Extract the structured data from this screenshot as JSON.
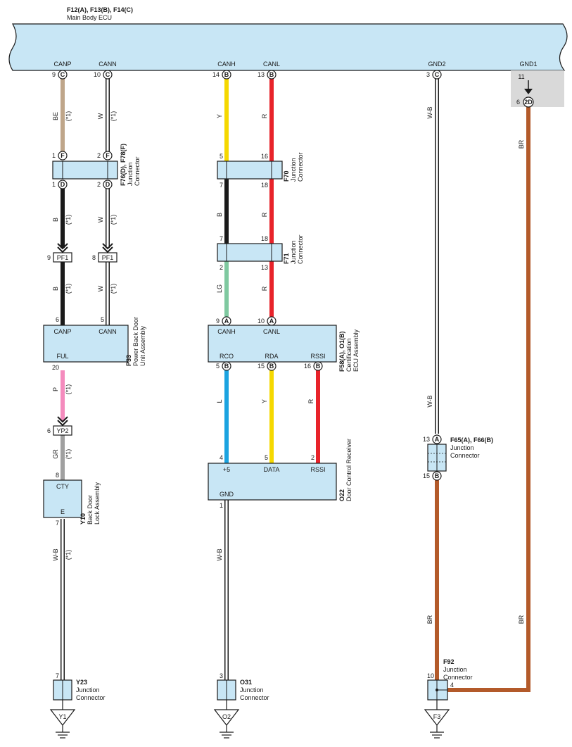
{
  "ecu": {
    "title": "F12(A), F13(B), F14(C)",
    "name": "Main Body ECU",
    "pins": {
      "canp_label": "CANP",
      "canp_num": "9",
      "canp_conn": "C",
      "cann_label": "CANN",
      "cann_num": "10",
      "cann_conn": "C",
      "canh_label": "CANH",
      "canh_num": "14",
      "canh_conn": "B",
      "canl_label": "CANL",
      "canl_num": "13",
      "canl_conn": "B",
      "gnd2_label": "GND2",
      "gnd2_num": "3",
      "gnd2_conn": "C",
      "gnd1_label": "GND1",
      "gnd1_num_top": "11",
      "gnd1_num": "6",
      "gnd1_conn": "2D"
    }
  },
  "wires": {
    "be": "BE",
    "w": "W",
    "b": "B",
    "p": "P",
    "gr": "GR",
    "wb": "W-B",
    "y": "Y",
    "r": "R",
    "lg": "LG",
    "l": "L",
    "br": "BR",
    "note": "(*1)"
  },
  "colors": {
    "component_fill": "#c8e6f5",
    "ground_box": "#d9d9d9",
    "wire_be": "#bfa68a",
    "wire_b": "#1a1a1a",
    "wire_p": "#f48bbd",
    "wire_gr": "#a0a0a0",
    "wire_y": "#f5d800",
    "wire_r": "#e8232a",
    "wire_lg": "#7fc9a0",
    "wire_l": "#1ba3e0",
    "wire_br": "#b35a2a"
  },
  "f76": {
    "title": "F76(D), F78(F)",
    "sub1": "Junction",
    "sub2": "Connector",
    "top_left_num": "1",
    "top_left_conn": "F",
    "top_right_num": "2",
    "top_right_conn": "F",
    "bot_left_num": "1",
    "bot_left_conn": "D",
    "bot_right_num": "2",
    "bot_right_conn": "D"
  },
  "pf1": {
    "left_num": "9",
    "left_label": "PF1",
    "right_num": "8",
    "right_label": "PF1"
  },
  "p33": {
    "title": "P33",
    "sub1": "Power Back Door",
    "sub2": "Unit Assembly",
    "canp": "CANP",
    "cann": "CANN",
    "ful": "FUL",
    "pin_canp": "6",
    "pin_cann": "5",
    "pin_ful": "20"
  },
  "yp2": {
    "num": "6",
    "label": "YP2"
  },
  "y10": {
    "title": "Y10",
    "sub1": "Back Door",
    "sub2": "Lock Assembly",
    "cty": "CTY",
    "e": "E",
    "pin_cty": "8",
    "pin_e": "7"
  },
  "y23": {
    "title": "Y23",
    "sub1": "Junction",
    "sub2": "Connector",
    "pin": "7",
    "ground": "Y1"
  },
  "f70": {
    "title": "F70",
    "sub1": "Junction",
    "sub2": "Connector",
    "top_left": "5",
    "top_right": "16",
    "bot_left": "7",
    "bot_right": "18"
  },
  "f71": {
    "title": "F71",
    "sub1": "Junction",
    "sub2": "Connector",
    "top_left": "7",
    "top_right": "18",
    "bot_left": "2",
    "bot_right": "13"
  },
  "f58": {
    "title": "F58(A), O1(B)",
    "sub1": "Certification",
    "sub2": "ECU Assembly",
    "canh": "CANH",
    "canl": "CANL",
    "rco": "RCO",
    "rda": "RDA",
    "rssi": "RSSI",
    "pin_canh": "9",
    "conn_canh": "A",
    "pin_canl": "10",
    "conn_canl": "A",
    "pin_rco": "5",
    "conn_rco": "B",
    "pin_rda": "15",
    "conn_rda": "B",
    "pin_rssi": "16",
    "conn_rssi": "B"
  },
  "o22": {
    "title": "O22",
    "sub1": "Door Control Receiver",
    "p5": "+5",
    "data": "DATA",
    "rssi": "RSSI",
    "gnd": "GND",
    "pin_p5": "4",
    "pin_data": "5",
    "pin_rssi": "2",
    "pin_gnd": "1"
  },
  "o31": {
    "title": "O31",
    "sub1": "Junction",
    "sub2": "Connector",
    "pin": "3",
    "ground": "O2"
  },
  "f65": {
    "title": "F65(A), F66(B)",
    "sub1": "Junction",
    "sub2": "Connector",
    "top_num": "13",
    "top_conn": "A",
    "bot_num": "15",
    "bot_conn": "B"
  },
  "f92": {
    "title": "F92",
    "sub1": "Junction",
    "sub2": "Connector",
    "pin_left": "10",
    "pin_right": "4",
    "ground": "F3"
  }
}
